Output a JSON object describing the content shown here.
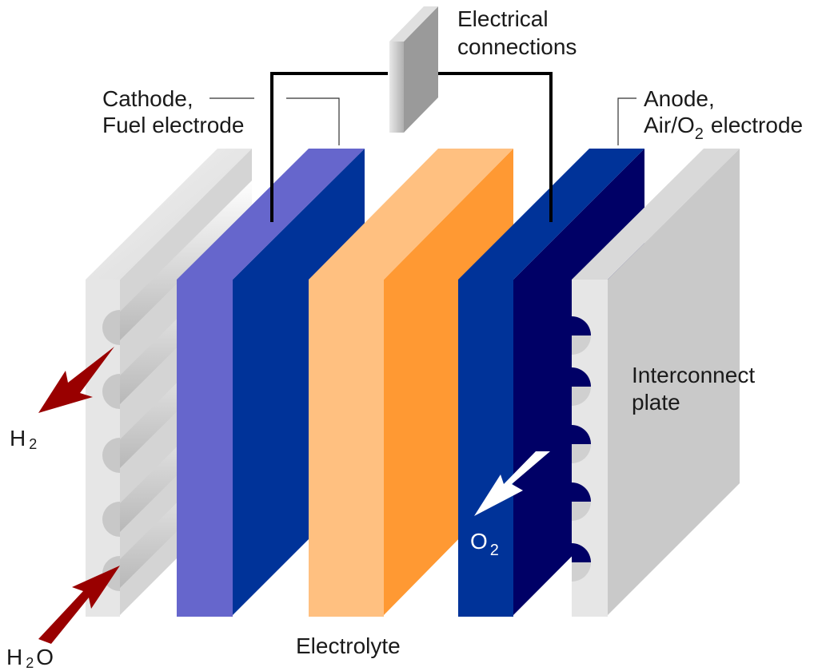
{
  "labels": {
    "electrical_connections_line1": "Electrical",
    "electrical_connections_line2": "connections",
    "cathode_line1": "Cathode,",
    "cathode_line2": "Fuel electrode",
    "anode_line1": "Anode,",
    "anode_line2_prefix": "Air/O",
    "anode_line2_sub": "2",
    "anode_line2_suffix": "electrode",
    "interconnect_line1": "Interconnect",
    "interconnect_line2": "plate",
    "electrolyte": "Electrolyte",
    "h2_main": "H",
    "h2_sub": "2",
    "h2o_main_h": "H",
    "h2o_sub": "2",
    "h2o_main_o": "O",
    "o2_main": "O",
    "o2_sub": "2"
  },
  "colors": {
    "cathode_front": "#6666cc",
    "cathode_side": "#003399",
    "cathode_top": "#6666cc",
    "electrolyte_front": "#ffc080",
    "electrolyte_side": "#ff9933",
    "anode_front": "#003399",
    "anode_side": "#000066",
    "plate_light": "#e6e6e6",
    "plate_mid": "#cccccc",
    "plate_dark": "#bdbdbd",
    "arrow_red": "#990000",
    "arrow_white": "#ffffff",
    "wire": "#000000"
  },
  "icons": {
    "h2_arrow": "arrow-out-left-icon",
    "h2o_arrow": "arrow-in-right-icon",
    "o2_arrow": "arrow-down-left-icon"
  }
}
